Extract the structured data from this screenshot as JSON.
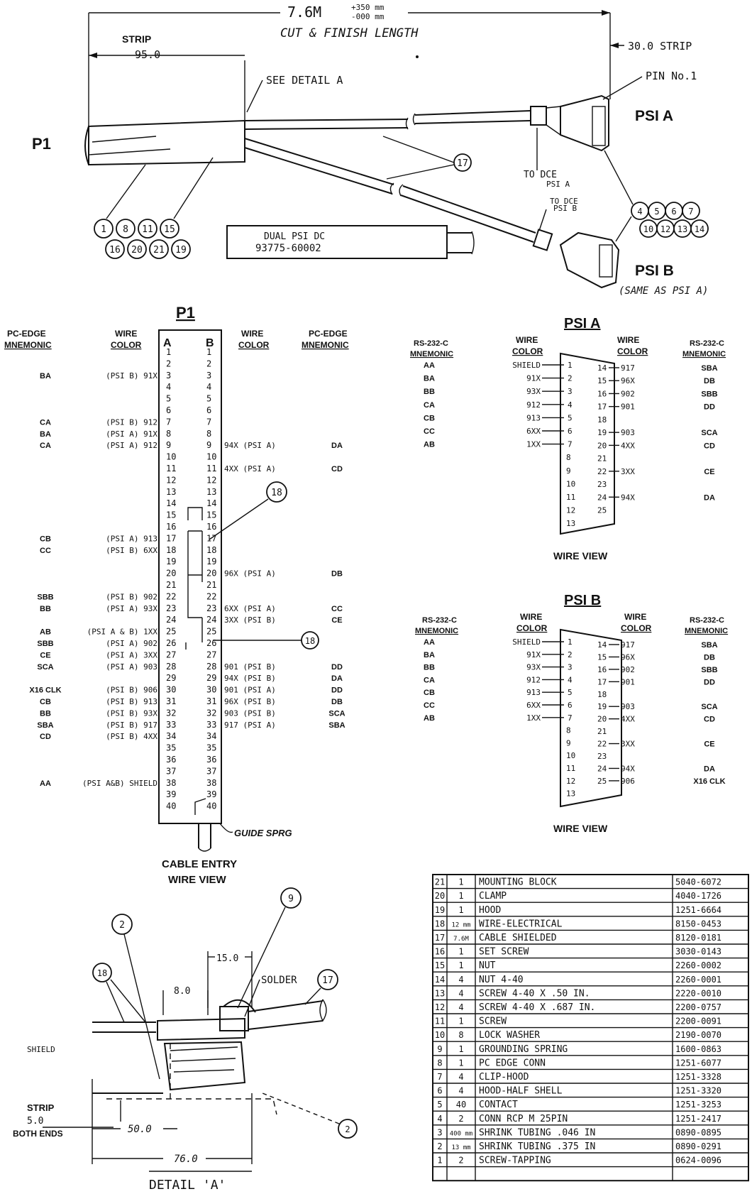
{
  "top": {
    "length": "7.6M",
    "length_tol_plus": "+350 mm",
    "length_tol_minus": "-000 mm",
    "length_note": "CUT & FINISH LENGTH",
    "strip_left_label": "STRIP",
    "strip_left_value": "95.0",
    "strip_right": "30.0 STRIP",
    "pin_no": "PIN No.1",
    "see_detail": "SEE DETAIL A",
    "p1": "P1",
    "psi_a": "PSI A",
    "psi_b": "PSI B",
    "psi_b_note": "(SAME AS PSI A)",
    "to_dce_a": [
      "TO DCE",
      "PSI A"
    ],
    "to_dce_b": [
      "TO DCE",
      "PSI B"
    ],
    "tag": [
      "DUAL PSI DC",
      "93775-60002"
    ],
    "cable_item": "17",
    "p1_balloons": [
      "1",
      "8",
      "11",
      "15",
      "16",
      "20",
      "21",
      "19"
    ],
    "psi_balloons": [
      "4",
      "5",
      "6",
      "7",
      "10",
      "12",
      "13",
      "14"
    ]
  },
  "p1": {
    "title": "P1",
    "hdr_left_mn": [
      "PC-EDGE",
      "MNEMONIC"
    ],
    "hdr_left_wc": [
      "WIRE",
      "COLOR"
    ],
    "hdr_right_wc": [
      "WIRE",
      "COLOR"
    ],
    "hdr_right_mn": [
      "PC-EDGE",
      "MNEMONIC"
    ],
    "col_a": "A",
    "col_b": "B",
    "left": [
      {
        "pin": "3",
        "wire": "(PSI B) 91X",
        "mn": "BA"
      },
      {
        "pin": "7",
        "wire": "(PSI B) 912",
        "mn": "CA"
      },
      {
        "pin": "8",
        "wire": "(PSI A) 91X",
        "mn": "BA"
      },
      {
        "pin": "9",
        "wire": "(PSI A) 912",
        "mn": "CA"
      },
      {
        "pin": "17",
        "wire": "(PSI A) 913",
        "mn": "CB"
      },
      {
        "pin": "18",
        "wire": "(PSI B) 6XX",
        "mn": "CC"
      },
      {
        "pin": "22",
        "wire": "(PSI B) 902",
        "mn": "SBB"
      },
      {
        "pin": "23",
        "wire": "(PSI A) 93X",
        "mn": "BB"
      },
      {
        "pin": "25",
        "wire": "(PSI A & B) 1XX",
        "mn": "AB"
      },
      {
        "pin": "26",
        "wire": "(PSI A) 902",
        "mn": "SBB"
      },
      {
        "pin": "27",
        "wire": "(PSI A) 3XX",
        "mn": "CE"
      },
      {
        "pin": "28",
        "wire": "(PSI A) 903",
        "mn": "SCA"
      },
      {
        "pin": "30",
        "wire": "(PSI B) 906",
        "mn": "X16 CLK"
      },
      {
        "pin": "31",
        "wire": "(PSI B) 913",
        "mn": "CB"
      },
      {
        "pin": "32",
        "wire": "(PSI B) 93X",
        "mn": "BB"
      },
      {
        "pin": "33",
        "wire": "(PSI B) 917",
        "mn": "SBA"
      },
      {
        "pin": "34",
        "wire": "(PSI B) 4XX",
        "mn": "CD"
      },
      {
        "pin": "38",
        "wire": "(PSI A&B) SHIELD",
        "mn": "AA"
      }
    ],
    "right": [
      {
        "pin": "9",
        "wire": "94X (PSI A)",
        "mn": "DA"
      },
      {
        "pin": "11",
        "wire": "4XX (PSI A)",
        "mn": "CD"
      },
      {
        "pin": "20",
        "wire": "96X (PSI A)",
        "mn": "DB"
      },
      {
        "pin": "23",
        "wire": "6XX (PSI A)",
        "mn": "CC"
      },
      {
        "pin": "24",
        "wire": "3XX (PSI B)",
        "mn": "CE"
      },
      {
        "pin": "28",
        "wire": "901 (PSI B)",
        "mn": "DD"
      },
      {
        "pin": "29",
        "wire": "94X (PSI B)",
        "mn": "DA"
      },
      {
        "pin": "30",
        "wire": "901 (PSI A)",
        "mn": "DD"
      },
      {
        "pin": "31",
        "wire": "96X (PSI B)",
        "mn": "DB"
      },
      {
        "pin": "32",
        "wire": "903 (PSI B)",
        "mn": "SCA"
      },
      {
        "pin": "33",
        "wire": "917 (PSI A)",
        "mn": "SBA"
      }
    ],
    "guide_spring": "GUIDE SPRG",
    "footer": [
      "CABLE ENTRY",
      "WIRE VIEW"
    ],
    "balloon_a": "18",
    "balloon_b": "18"
  },
  "psi_a": {
    "title": "PSI A",
    "hdr_mn": [
      "RS-232-C",
      "MNEMONIC"
    ],
    "hdr_wc": [
      "WIRE",
      "COLOR"
    ],
    "hdr_wc_r": [
      "WIRE",
      "COLOR"
    ],
    "hdr_mn_r": [
      "RS-232-C",
      "MNEMONIC"
    ],
    "left": [
      {
        "mn": "AA",
        "wire": "SHIELD",
        "pin": "1"
      },
      {
        "mn": "BA",
        "wire": "91X",
        "pin": "2"
      },
      {
        "mn": "BB",
        "wire": "93X",
        "pin": "3"
      },
      {
        "mn": "CA",
        "wire": "912",
        "pin": "4"
      },
      {
        "mn": "CB",
        "wire": "913",
        "pin": "5"
      },
      {
        "mn": "CC",
        "wire": "6XX",
        "pin": "6"
      },
      {
        "mn": "AB",
        "wire": "1XX",
        "pin": "7"
      }
    ],
    "left_extra": [
      "8",
      "9",
      "10",
      "11",
      "12",
      "13"
    ],
    "right": [
      {
        "pin": "14",
        "wire": "917",
        "mn": "SBA"
      },
      {
        "pin": "15",
        "wire": "96X",
        "mn": "DB"
      },
      {
        "pin": "16",
        "wire": "902",
        "mn": "SBB"
      },
      {
        "pin": "17",
        "wire": "901",
        "mn": "DD"
      },
      {
        "pin": "18",
        "wire": "",
        "mn": ""
      },
      {
        "pin": "19",
        "wire": "903",
        "mn": "SCA"
      },
      {
        "pin": "20",
        "wire": "4XX",
        "mn": "CD"
      },
      {
        "pin": "21",
        "wire": "",
        "mn": ""
      },
      {
        "pin": "22",
        "wire": "3XX",
        "mn": "CE"
      },
      {
        "pin": "23",
        "wire": "",
        "mn": ""
      },
      {
        "pin": "24",
        "wire": "94X",
        "mn": "DA"
      },
      {
        "pin": "25",
        "wire": "",
        "mn": ""
      }
    ],
    "footer": "WIRE VIEW"
  },
  "psi_b": {
    "title": "PSI B",
    "hdr_mn": [
      "RS-232-C",
      "MNEMONIC"
    ],
    "hdr_wc": [
      "WIRE",
      "COLOR"
    ],
    "hdr_wc_r": [
      "WIRE",
      "COLOR"
    ],
    "hdr_mn_r": [
      "RS-232-C",
      "MNEMONIC"
    ],
    "left": [
      {
        "mn": "AA",
        "wire": "SHIELD",
        "pin": "1"
      },
      {
        "mn": "BA",
        "wire": "91X",
        "pin": "2"
      },
      {
        "mn": "BB",
        "wire": "93X",
        "pin": "3"
      },
      {
        "mn": "CA",
        "wire": "912",
        "pin": "4"
      },
      {
        "mn": "CB",
        "wire": "913",
        "pin": "5"
      },
      {
        "mn": "CC",
        "wire": "6XX",
        "pin": "6"
      },
      {
        "mn": "AB",
        "wire": "1XX",
        "pin": "7"
      }
    ],
    "left_extra": [
      "8",
      "9",
      "10",
      "11",
      "12",
      "13"
    ],
    "right": [
      {
        "pin": "14",
        "wire": "917",
        "mn": "SBA"
      },
      {
        "pin": "15",
        "wire": "96X",
        "mn": "DB"
      },
      {
        "pin": "16",
        "wire": "902",
        "mn": "SBB"
      },
      {
        "pin": "17",
        "wire": "901",
        "mn": "DD"
      },
      {
        "pin": "18",
        "wire": "",
        "mn": ""
      },
      {
        "pin": "19",
        "wire": "903",
        "mn": "SCA"
      },
      {
        "pin": "20",
        "wire": "4XX",
        "mn": "CD"
      },
      {
        "pin": "21",
        "wire": "",
        "mn": ""
      },
      {
        "pin": "22",
        "wire": "3XX",
        "mn": "CE"
      },
      {
        "pin": "23",
        "wire": "",
        "mn": ""
      },
      {
        "pin": "24",
        "wire": "94X",
        "mn": "DA"
      },
      {
        "pin": "25",
        "wire": "906",
        "mn": "X16 CLK"
      }
    ],
    "footer": "WIRE VIEW"
  },
  "detail": {
    "title": "DETAIL 'A'",
    "dim_15": "15.0",
    "dim_8": "8.0",
    "dim_50": "50.0",
    "dim_76": "76.0",
    "solder": "SOLDER",
    "shield": "SHIELD",
    "strip": [
      "STRIP",
      "5.0",
      "BOTH ENDS"
    ],
    "balloons": [
      "2",
      "9",
      "18",
      "17",
      "2"
    ]
  },
  "bom": [
    {
      "item": "21",
      "qty": "1",
      "desc": "MOUNTING BLOCK",
      "part": "5040-6072"
    },
    {
      "item": "20",
      "qty": "1",
      "desc": "CLAMP",
      "part": "4040-1726"
    },
    {
      "item": "19",
      "qty": "1",
      "desc": "HOOD",
      "part": "1251-6664"
    },
    {
      "item": "18",
      "qty": "12 mm",
      "desc": "WIRE-ELECTRICAL",
      "part": "8150-0453"
    },
    {
      "item": "17",
      "qty": "7.6M",
      "desc": "CABLE SHIELDED",
      "part": "8120-0181"
    },
    {
      "item": "16",
      "qty": "1",
      "desc": "SET SCREW",
      "part": "3030-0143"
    },
    {
      "item": "15",
      "qty": "1",
      "desc": "NUT",
      "part": "2260-0002"
    },
    {
      "item": "14",
      "qty": "4",
      "desc": "NUT 4-40",
      "part": "2260-0001"
    },
    {
      "item": "13",
      "qty": "4",
      "desc": "SCREW 4-40 X .50 IN.",
      "part": "2220-0010"
    },
    {
      "item": "12",
      "qty": "4",
      "desc": "SCREW 4-40 X .687 IN.",
      "part": "2200-0757"
    },
    {
      "item": "11",
      "qty": "1",
      "desc": "SCREW",
      "part": "2200-0091"
    },
    {
      "item": "10",
      "qty": "8",
      "desc": "LOCK WASHER",
      "part": "2190-0070"
    },
    {
      "item": "9",
      "qty": "1",
      "desc": "GROUNDING SPRING",
      "part": "1600-0863"
    },
    {
      "item": "8",
      "qty": "1",
      "desc": "PC EDGE CONN",
      "part": "1251-6077"
    },
    {
      "item": "7",
      "qty": "4",
      "desc": "CLIP-HOOD",
      "part": "1251-3328"
    },
    {
      "item": "6",
      "qty": "4",
      "desc": "HOOD-HALF SHELL",
      "part": "1251-3320"
    },
    {
      "item": "5",
      "qty": "40",
      "desc": "CONTACT",
      "part": "1251-3253"
    },
    {
      "item": "4",
      "qty": "2",
      "desc": "CONN RCP M 25PIN",
      "part": "1251-2417"
    },
    {
      "item": "3",
      "qty": "400 mm",
      "desc": "SHRINK TUBING .046 IN",
      "part": "0890-0895"
    },
    {
      "item": "2",
      "qty": "13 mm",
      "desc": "SHRINK TUBING .375 IN",
      "part": "0890-0291"
    },
    {
      "item": "1",
      "qty": "2",
      "desc": "SCREW-TAPPING",
      "part": "0624-0096"
    }
  ]
}
